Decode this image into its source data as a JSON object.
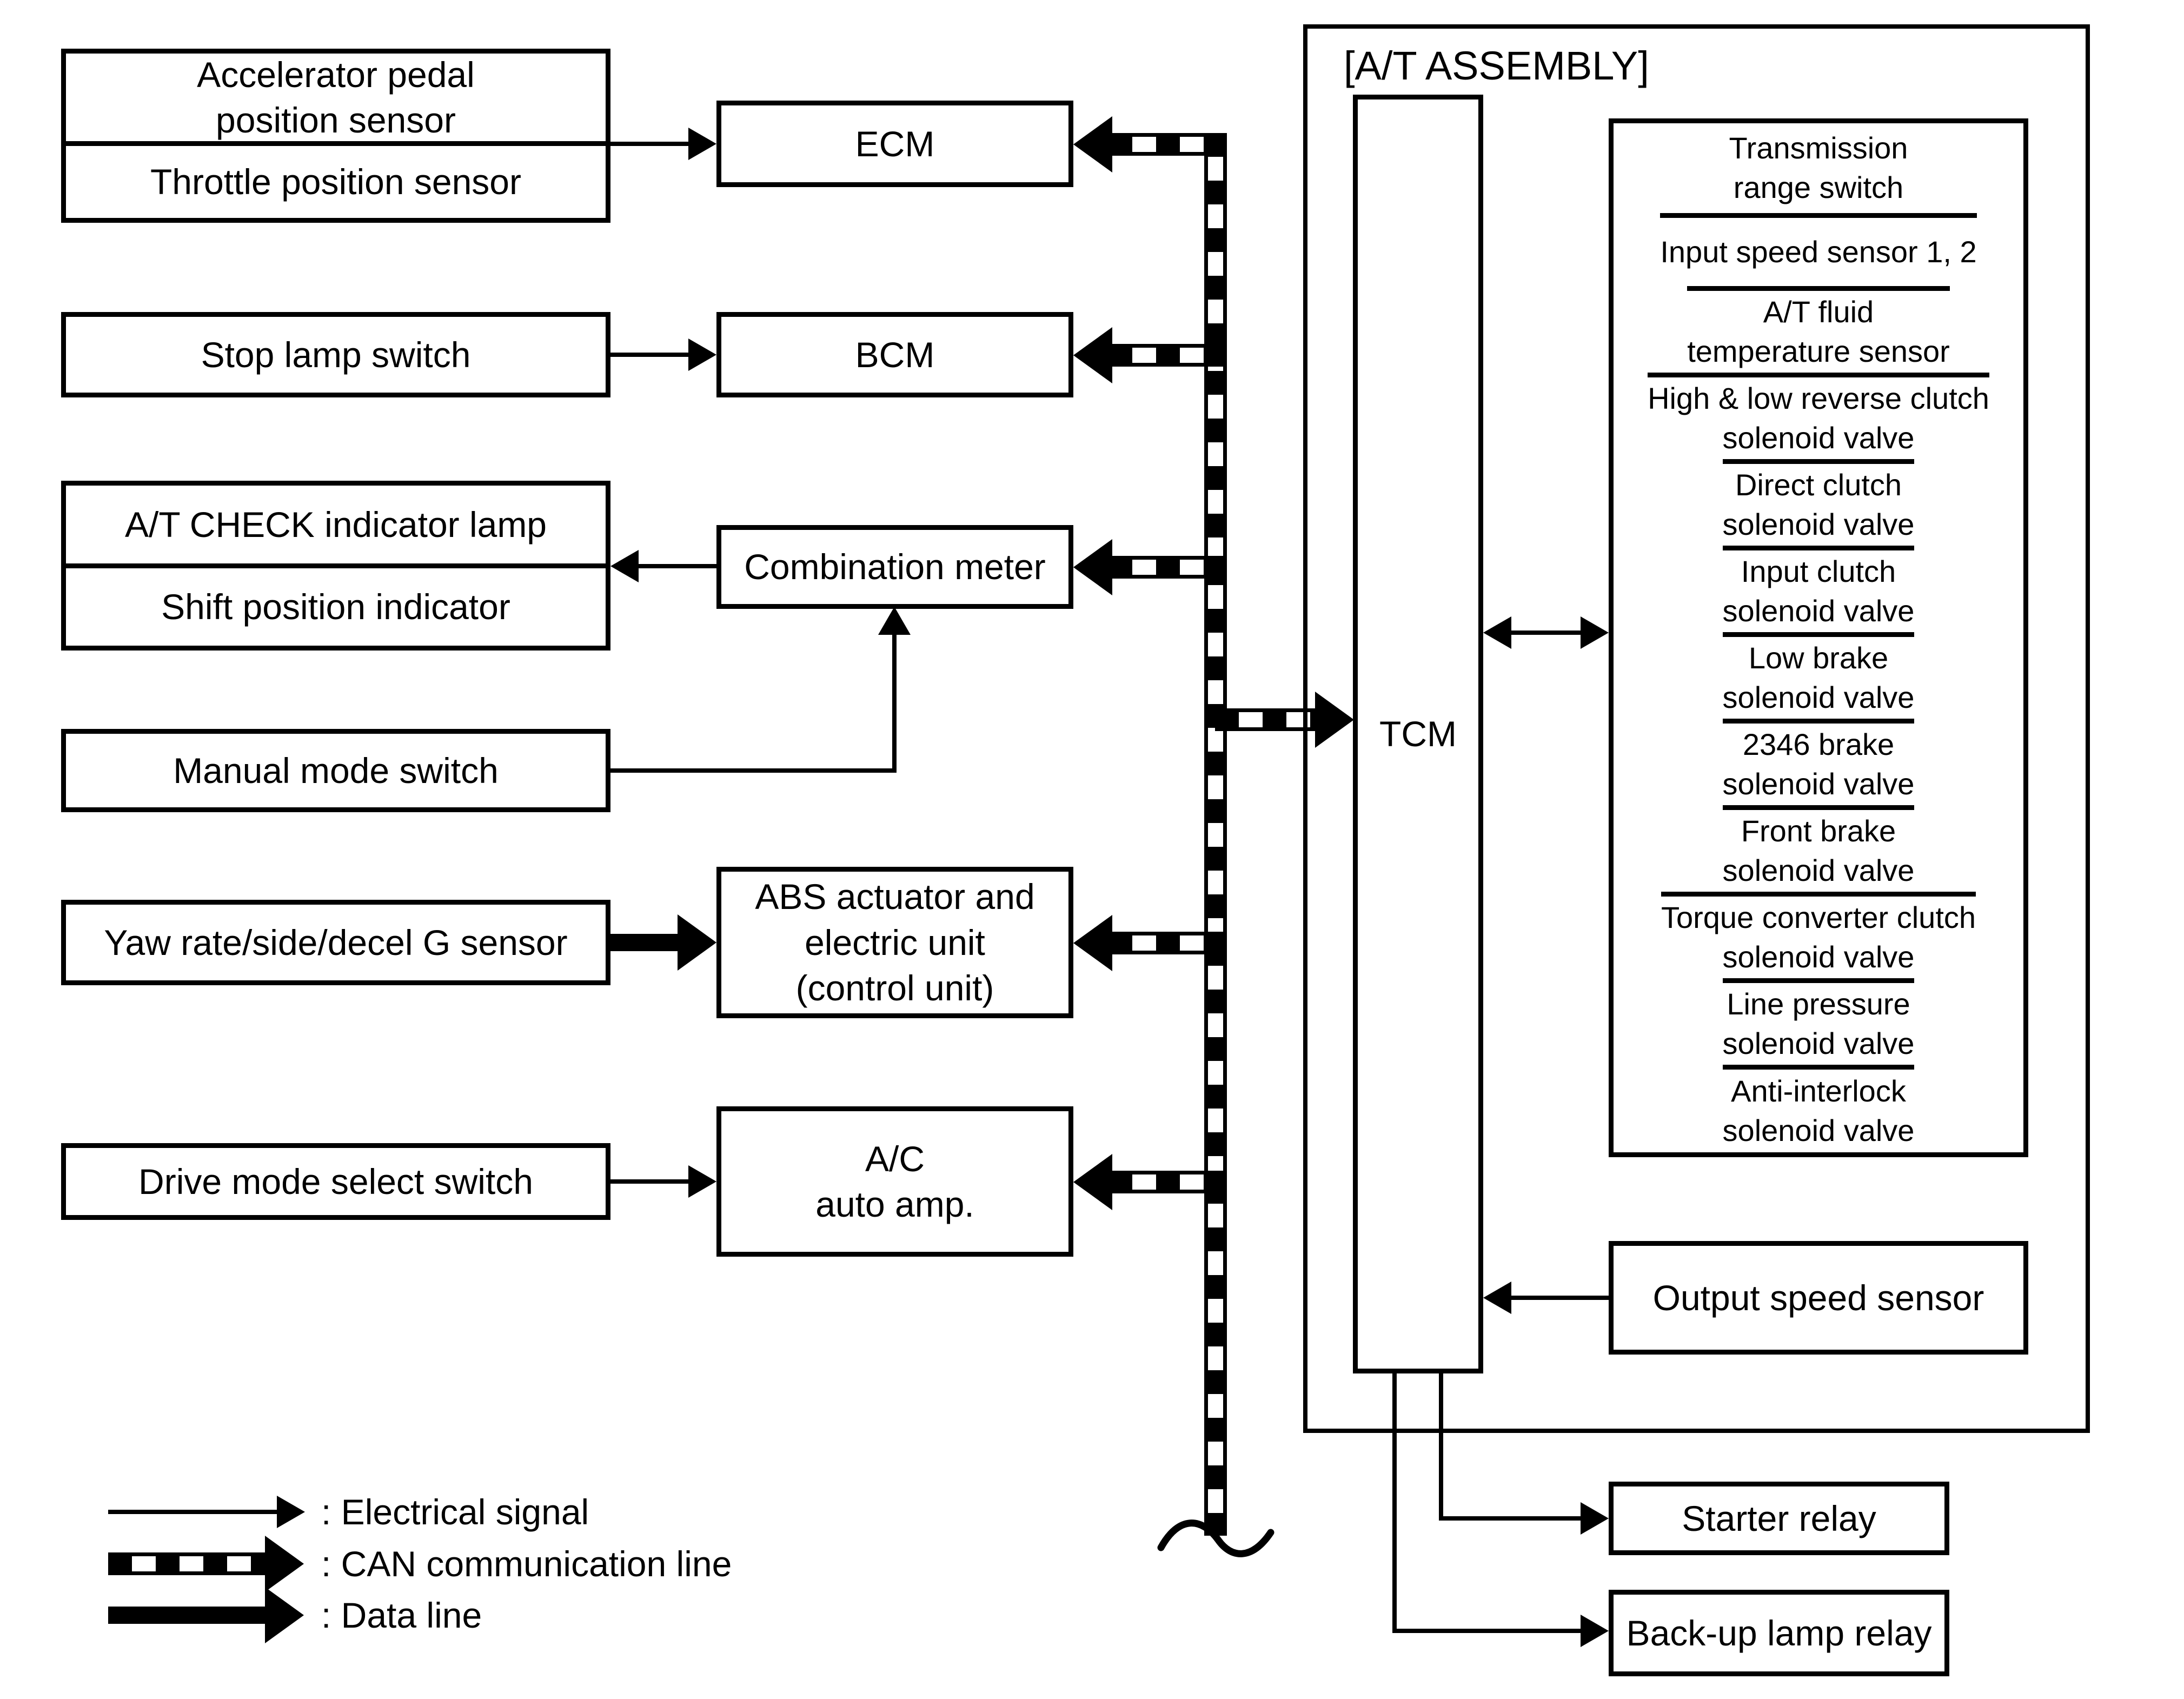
{
  "colors": {
    "foreground": "#000000",
    "background": "#ffffff"
  },
  "boxes": {
    "accelerator_pedal": {
      "line1": "Accelerator pedal",
      "line2": "position sensor"
    },
    "throttle": {
      "label": "Throttle position sensor"
    },
    "stop_lamp": {
      "label": "Stop lamp switch"
    },
    "at_check": {
      "label": "A/T CHECK indicator lamp"
    },
    "shift_position": {
      "label": "Shift position indicator"
    },
    "manual_mode": {
      "label": "Manual mode switch"
    },
    "yaw_rate": {
      "label": "Yaw rate/side/decel G sensor"
    },
    "drive_mode": {
      "label": "Drive mode select switch"
    },
    "ecm": {
      "label": "ECM"
    },
    "bcm": {
      "label": "BCM"
    },
    "combination_meter": {
      "label": "Combination meter"
    },
    "abs": {
      "line1": "ABS actuator and",
      "line2": "electric unit",
      "line3": "(control unit)"
    },
    "ac_auto_amp": {
      "line1": "A/C",
      "line2": "auto amp."
    },
    "tcm": {
      "label": "TCM"
    },
    "output_speed_sensor": {
      "label": "Output speed sensor"
    },
    "starter_relay": {
      "label": "Starter relay"
    },
    "backup_lamp_relay": {
      "label": "Back-up lamp relay"
    }
  },
  "at_assembly": {
    "label": "[A/T ASSEMBLY]",
    "components": [
      {
        "line1": "Transmission",
        "line2": "range switch"
      },
      {
        "line1": "Input speed sensor 1, 2"
      },
      {
        "line1": "A/T fluid",
        "line2": "temperature sensor"
      },
      {
        "line1": "High & low reverse clutch",
        "line2": "solenoid valve"
      },
      {
        "line1": "Direct clutch",
        "line2": "solenoid valve"
      },
      {
        "line1": "Input clutch",
        "line2": "solenoid valve"
      },
      {
        "line1": "Low brake",
        "line2": "solenoid valve"
      },
      {
        "line1": "2346 brake",
        "line2": "solenoid valve"
      },
      {
        "line1": "Front brake",
        "line2": "solenoid valve"
      },
      {
        "line1": "Torque converter clutch",
        "line2": "solenoid valve"
      },
      {
        "line1": "Line pressure",
        "line2": "solenoid valve"
      },
      {
        "line1": "Anti-interlock",
        "line2": "solenoid valve"
      }
    ]
  },
  "legend": {
    "electrical": ": Electrical signal",
    "can": ": CAN communication line",
    "data": ": Data line"
  }
}
